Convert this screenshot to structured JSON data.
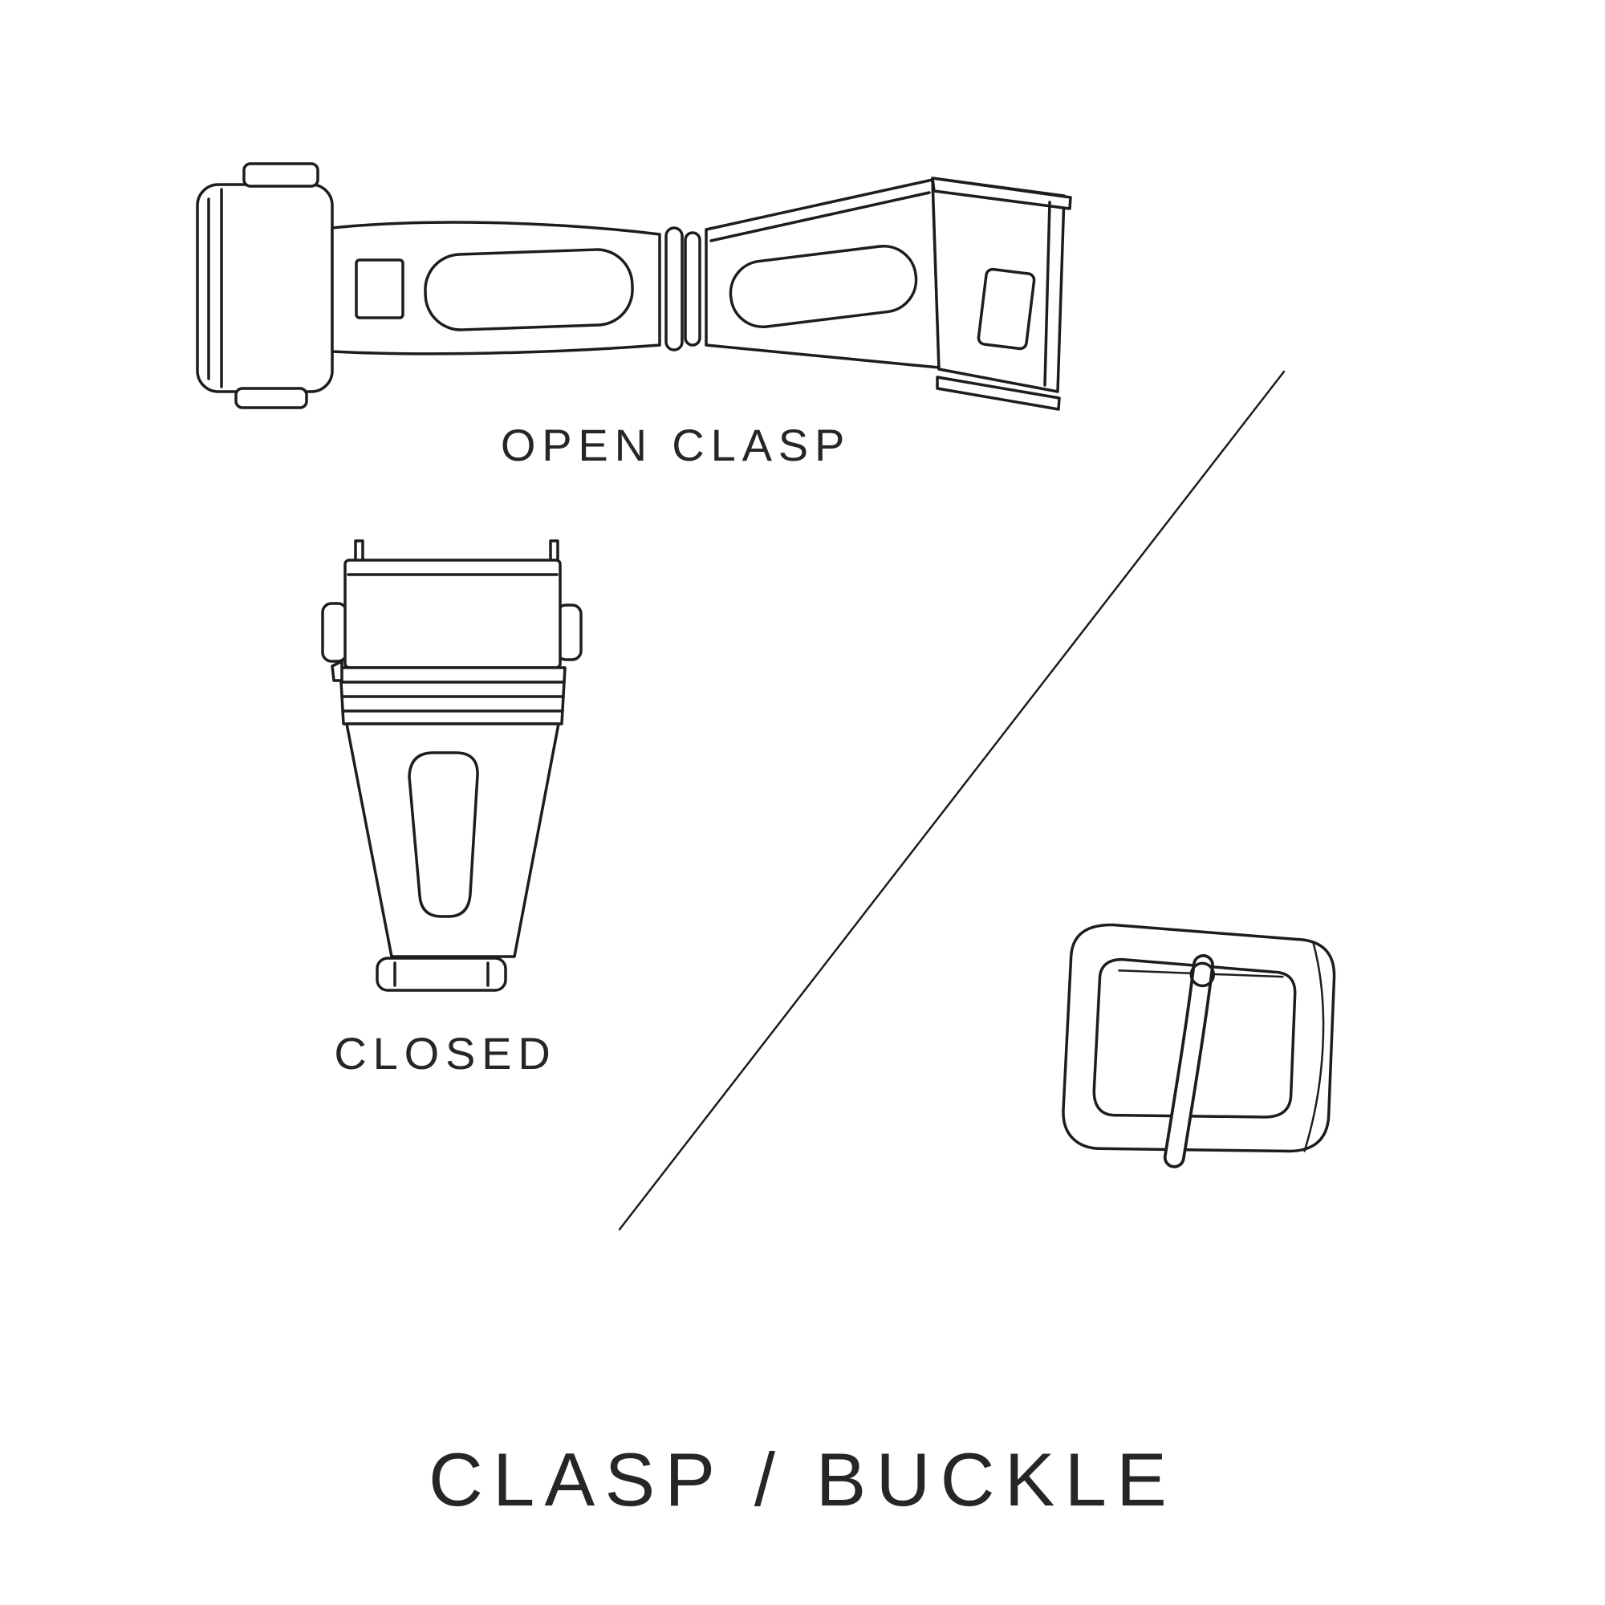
{
  "page": {
    "background_color": "#ffffff",
    "line_color": "#1d1d1d",
    "text_color": "#262626"
  },
  "figures": {
    "open_clasp": {
      "label": "OPEN CLASP",
      "illustration": "open-deployant-clasp-line-drawing"
    },
    "closed_clasp": {
      "label": "CLOSED",
      "illustration": "closed-deployant-clasp-line-drawing"
    },
    "buckle": {
      "illustration": "pin-buckle-line-drawing"
    }
  },
  "divider": {
    "type": "diagonal-line"
  },
  "title": "CLASP / BUCKLE"
}
